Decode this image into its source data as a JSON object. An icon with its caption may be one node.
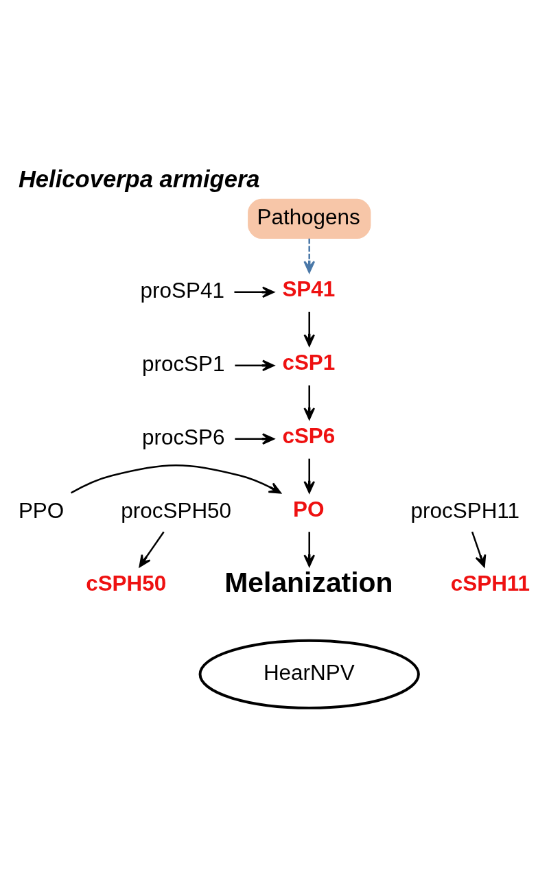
{
  "diagram": {
    "title": "Helicoverpa armigera",
    "nodes": [
      {
        "text": [
          "Pathogens"
        ]
      },
      {
        "text": [
          "proSP41"
        ]
      },
      {
        "text": [
          "SP41"
        ]
      },
      {
        "text": [
          "procSP1"
        ]
      },
      {
        "text": [
          "cSP1"
        ]
      },
      {
        "text": [
          "procSP6"
        ]
      },
      {
        "text": [
          "cSP6"
        ]
      },
      {
        "text": [
          "procSPH50"
        ]
      },
      {
        "text": [
          "cSPH50"
        ]
      },
      {
        "text": [
          "procSPH11"
        ]
      },
      {
        "text": [
          "cSPH11"
        ]
      },
      {
        "text": [
          "PPO"
        ]
      },
      {
        "text": [
          "PO"
        ]
      },
      {
        "text": [
          "Melanization"
        ]
      },
      {
        "text": [
          "HearNPV"
        ]
      }
    ],
    "edges": [
      {
        "from": 0,
        "to": 2,
        "arrow": "to",
        "style": "dashed",
        "color": "#4a78a8"
      },
      {
        "from": 1,
        "to": 2,
        "arrow": "to"
      },
      {
        "from": 2,
        "to": 4,
        "arrow": "to"
      },
      {
        "from": 3,
        "to": 4,
        "arrow": "to"
      },
      {
        "from": 4,
        "to": 6,
        "arrow": "to"
      },
      {
        "from": 5,
        "to": 6,
        "arrow": "to"
      },
      {
        "from": 7,
        "to": 8,
        "arrow": "to"
      },
      {
        "from": 9,
        "to": 10,
        "arrow": "to"
      },
      {
        "from": 6,
        "to": 12,
        "arrow": "to"
      },
      {
        "from": 11,
        "to": 12,
        "arrow": "to"
      },
      {
        "from": 12,
        "to": 13,
        "arrow": "to"
      }
    ]
  }
}
